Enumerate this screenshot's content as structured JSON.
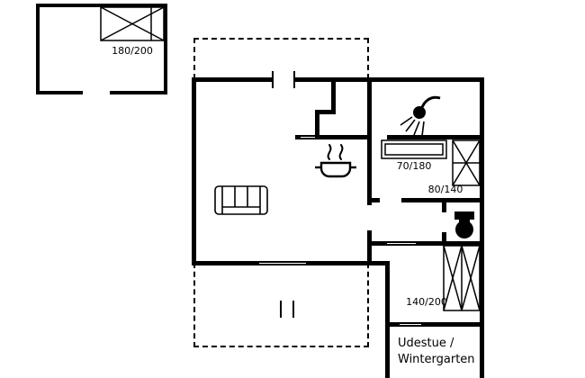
{
  "colors": {
    "background": "#ffffff",
    "line": "#000000"
  },
  "labels": {
    "annex_bed": "180/200",
    "bed_70": "70/180",
    "bed_80": "80/140",
    "bed_140": "140/200",
    "sunroom_line1": "Udestue /",
    "sunroom_line2": "Wintergarten"
  },
  "icons": {
    "annex_bed": "double-bed-icon",
    "sofa": "sofa-icon",
    "stove": "cooking-pot-icon",
    "steam": "steam-icon",
    "shower": "shower-icon",
    "toilet": "toilet-icon",
    "bed_70": "single-bed-icon",
    "bed_80": "single-bed-icon",
    "bed_140": "double-bed-icon"
  }
}
